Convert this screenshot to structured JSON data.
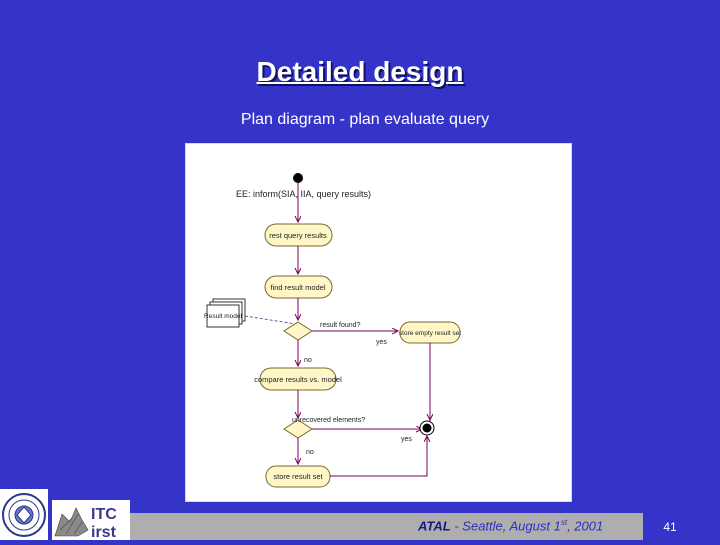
{
  "slide": {
    "title": "Detailed design",
    "subtitle": "Plan diagram - plan evaluate query",
    "footer": {
      "event": "ATAL",
      "location_prefix": " - Seattle, August 1",
      "superscript": "st",
      "year": ", 2001"
    },
    "page_number": "41",
    "logos": {
      "seal": "university-seal-logo",
      "itc": "ITC irst"
    }
  },
  "diagram": {
    "trigger_label": "EE: inform(SIA, IIA, query results)",
    "actions": [
      "rest query results",
      "find result model",
      "compare results vs. model",
      "store result set"
    ],
    "object_label": "Result model",
    "decision1_guard": "result found?",
    "decision1_yes": "yes",
    "decision1_no": "no",
    "empty_action": "store empty result set",
    "decision2_guard": "unrecovered elements?",
    "decision2_yes": "yes",
    "decision2_no": "no",
    "colors": {
      "node_fill": "#fff7c8",
      "node_stroke": "#7a6a2a",
      "flow": "#7a0060",
      "object_flow": "#6060a0"
    }
  }
}
